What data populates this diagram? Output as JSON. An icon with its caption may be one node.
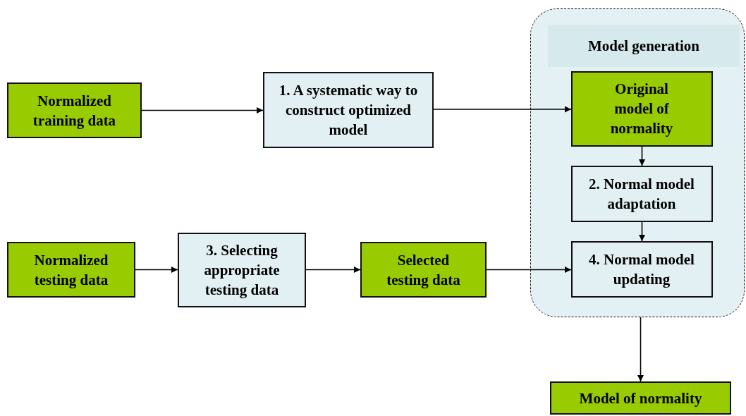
{
  "diagram": {
    "nodes": [
      {
        "text": [
          "Normalized training data"
        ]
      },
      {
        "text": [
          "1. A systematic way to construct optimized model"
        ]
      },
      {
        "text": [
          "Model generation"
        ]
      },
      {
        "text": [
          "Original model of normality"
        ],
        "in": 2
      },
      {
        "text": [
          "2. Normal model adaptation"
        ],
        "in": 2
      },
      {
        "text": [
          "4. Normal model updating"
        ],
        "in": 2
      },
      {
        "text": [
          "Normalized testing data"
        ]
      },
      {
        "text": [
          "3. Selecting appropriate testing data"
        ]
      },
      {
        "text": [
          "Selected testing data"
        ]
      },
      {
        "text": [
          "Model of normality"
        ]
      }
    ],
    "edges": [
      {
        "from": 0,
        "to": 1,
        "arrow": "to"
      },
      {
        "from": 1,
        "to": 3,
        "arrow": "to"
      },
      {
        "from": 3,
        "to": 4,
        "arrow": "to"
      },
      {
        "from": 4,
        "to": 5,
        "arrow": "to"
      },
      {
        "from": 6,
        "to": 7,
        "arrow": "to"
      },
      {
        "from": 7,
        "to": 8,
        "arrow": "to"
      },
      {
        "from": 8,
        "to": 5,
        "arrow": "to"
      },
      {
        "from": 2,
        "to": 9,
        "arrow": "to"
      }
    ]
  }
}
